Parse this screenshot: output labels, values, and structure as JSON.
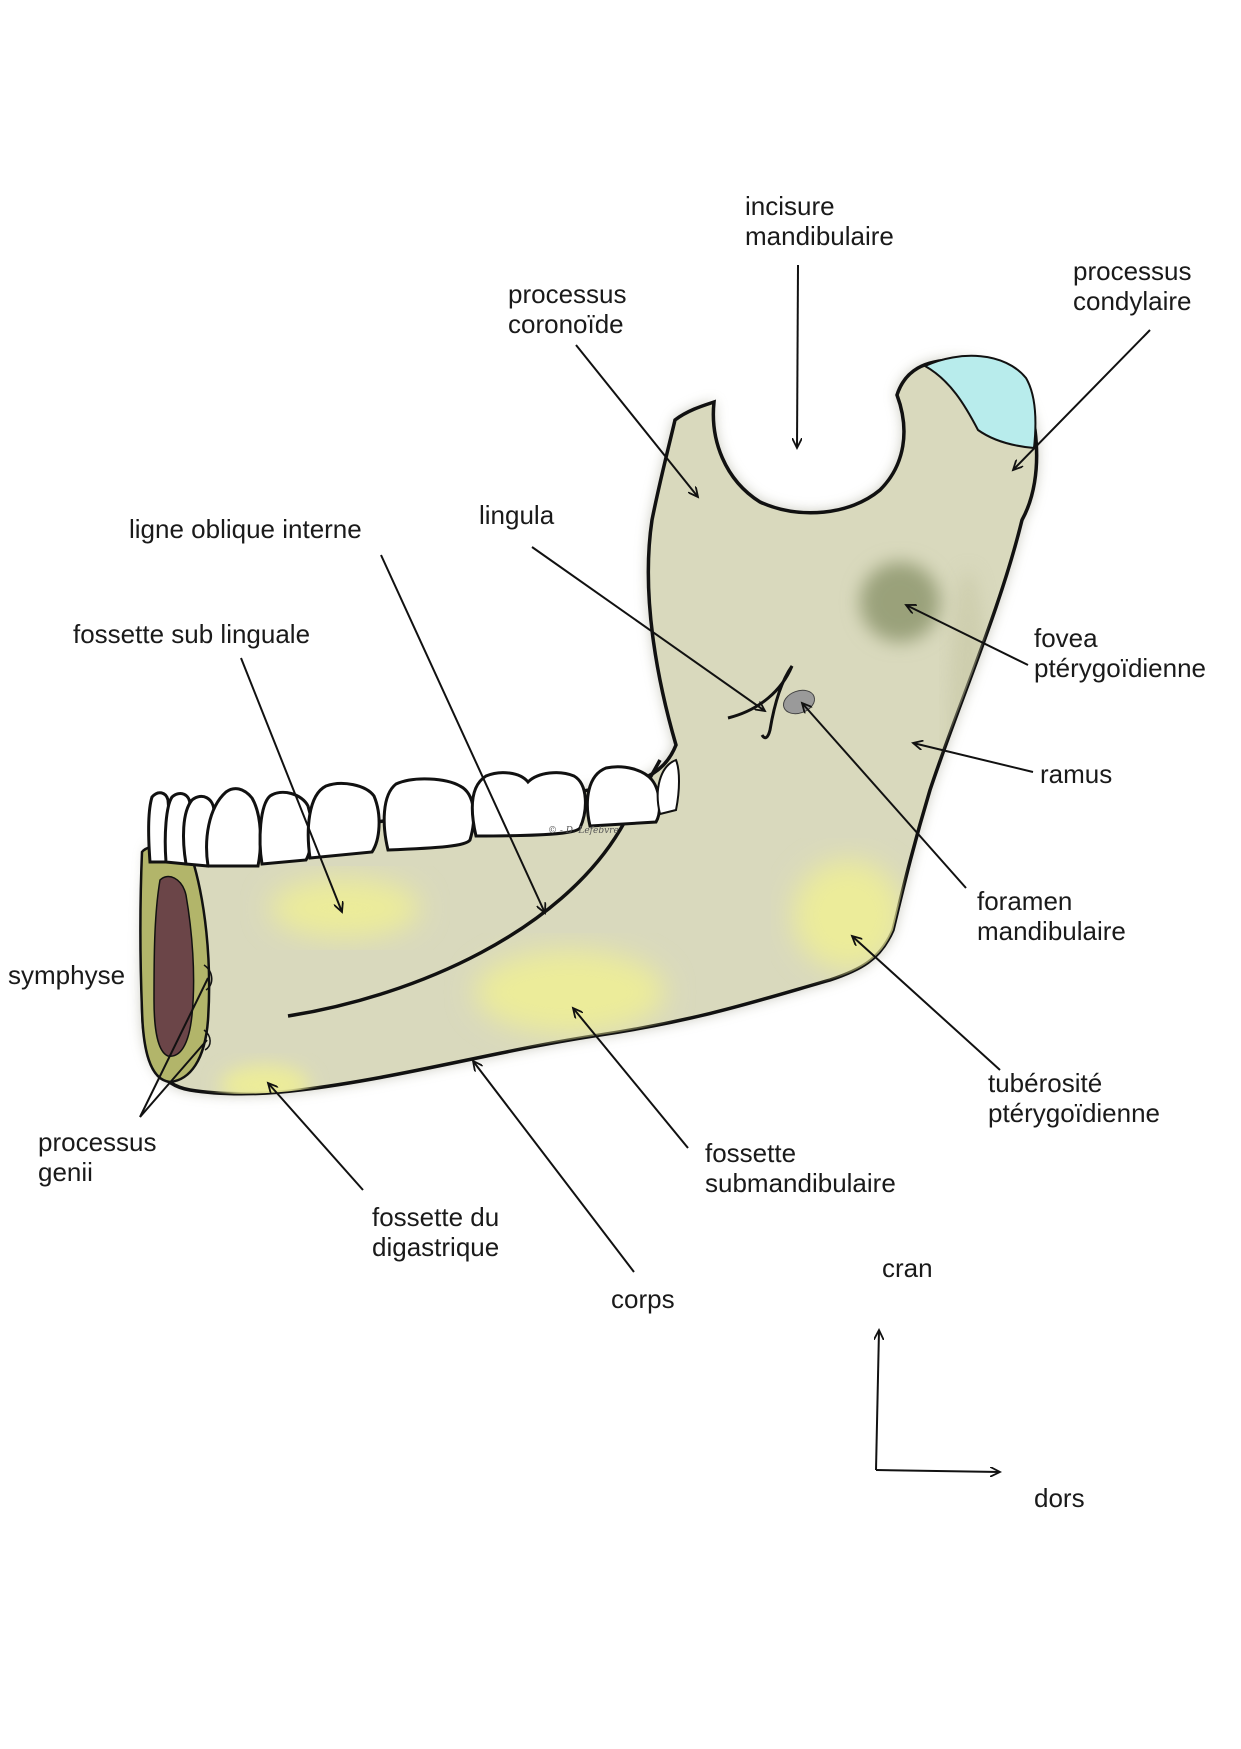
{
  "diagram": {
    "labels": {
      "incisure_mandibulaire": [
        "incisure",
        "mandibulaire"
      ],
      "processus_condylaire": [
        "processus",
        "condylaire"
      ],
      "processus_coronoide": [
        "processus",
        "coronoïde"
      ],
      "lingula": [
        "lingula"
      ],
      "ligne_oblique_interne": [
        "ligne oblique interne"
      ],
      "fossette_sub_linguale": [
        "fossette sub linguale"
      ],
      "fovea_pterygoidienne": [
        "fovea",
        "ptérygoïdienne"
      ],
      "ramus": [
        "ramus"
      ],
      "foramen_mandibulaire": [
        "foramen",
        "mandibulaire"
      ],
      "symphyse": [
        "symphyse"
      ],
      "tuberosite_pterygoidienne": [
        "tubérosité",
        "ptérygoïdienne"
      ],
      "processus_genii": [
        "processus",
        "genii"
      ],
      "fossette_submandibulaire": [
        "fossette",
        "submandibulaire"
      ],
      "fossette_du_digastrique": [
        "fossette du",
        "digastrique"
      ],
      "corps": [
        "corps"
      ]
    },
    "orientation": {
      "up": "cran",
      "right": "dors"
    },
    "signature": "© - D. Lefebvre"
  },
  "colors": {
    "bone": "#d9d9bd",
    "bone_shadow": "#b9b996",
    "fovea": "#9aa17a",
    "fossette_highlight": "#ecec9a",
    "cartilage": "#b8ecec",
    "symphysis_cortex": "#b2b56a",
    "symphysis_medulla": "#6b4548",
    "foramen": "#9a9a9a",
    "tooth": "#ffffff",
    "outline": "#111111"
  }
}
